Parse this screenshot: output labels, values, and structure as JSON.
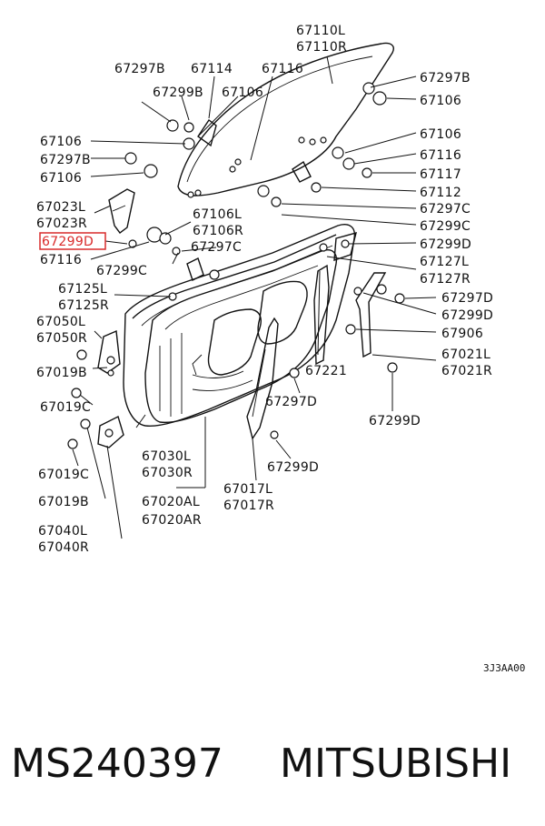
{
  "labels": {
    "l_67110": "67110L",
    "l_67110r": "67110R",
    "l_67297b_tl": "67297B",
    "l_67114": "67114",
    "l_67116_t": "67116",
    "l_67297b_tr": "67297B",
    "l_67299b": "67299B",
    "l_67106_tc": "67106",
    "l_67106_tr": "67106",
    "l_67106_l1": "67106",
    "l_67106_r2": "67106",
    "l_67297b_l": "67297B",
    "l_67116_r": "67116",
    "l_67106_l2": "67106",
    "l_67117": "67117",
    "l_67112": "67112",
    "l_67023l": "67023L",
    "l_67023r": "67023R",
    "l_67106l": "67106L",
    "l_67106r": "67106R",
    "l_67297c_r": "67297C",
    "l_67299c_r": "67299C",
    "l_67299d_hl": "67299D",
    "l_67297c_c": "67297C",
    "l_67299d_r": "67299D",
    "l_67116_l": "67116",
    "l_67299c_l": "67299C",
    "l_67127l": "67127L",
    "l_67127r": "67127R",
    "l_67125l": "67125L",
    "l_67125r": "67125R",
    "l_67297d_r": "67297D",
    "l_67299d_r2": "67299D",
    "l_67050l": "67050L",
    "l_67050r": "67050R",
    "l_67906": "67906",
    "l_67019b_1": "67019B",
    "l_67221": "67221",
    "l_67021l": "67021L",
    "l_67021r": "67021R",
    "l_67019c_1": "67019C",
    "l_67297d_c": "67297D",
    "l_67299d_b": "67299D",
    "l_67030l": "67030L",
    "l_67030r": "67030R",
    "l_67299d_c": "67299D",
    "l_67019c_2": "67019C",
    "l_67017l": "67017L",
    "l_67017r": "67017R",
    "l_67019b_2": "67019B",
    "l_67020al": "67020AL",
    "l_67020ar": "67020AR",
    "l_67040l": "67040L",
    "l_67040r": "67040R"
  },
  "ref_code": "3J3AA00",
  "footer": {
    "part_number": "MS240397",
    "brand": "MITSUBISHI"
  },
  "highlight_color": "#d92b2b"
}
